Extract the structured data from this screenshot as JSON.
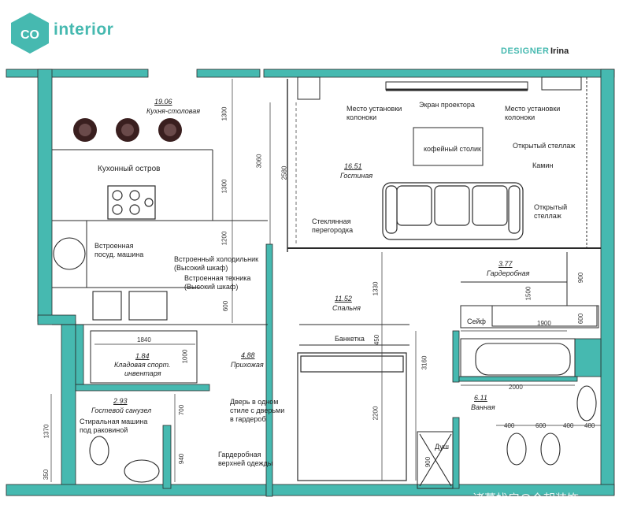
{
  "brand": {
    "logo_letters": "CO",
    "name": "interior"
  },
  "designer": {
    "label": "DESIGNER",
    "name": "Irina"
  },
  "colors": {
    "wall": "#46b9b0",
    "line": "#222222",
    "background": "#ffffff"
  },
  "rooms": {
    "kitchen": {
      "area": "19.06",
      "name": "Кухня-столовая"
    },
    "living": {
      "area": "16.51",
      "name": "Гостиная"
    },
    "bedroom": {
      "area": "11.52",
      "name": "Спальня"
    },
    "wardrobe_room": {
      "area": "3.77",
      "name": "Гардеробная"
    },
    "bathroom": {
      "area": "6.11",
      "name": "Ванная"
    },
    "storage": {
      "area": "1.84",
      "name1": "Кладовая спорт.",
      "name2": "инвентаря"
    },
    "hallway": {
      "area": "4.88",
      "name": "Прихожая"
    },
    "guest_wc": {
      "area": "2.93",
      "name": "Гостевой санузел"
    }
  },
  "labels": {
    "island": "Кухонный остров",
    "dishwasher1": "Встроенная",
    "dishwasher2": "посуд. машина",
    "fridge1": "Встроенный холодильник",
    "fridge2": "(Высокий шкаф)",
    "appliances1": "Встроенная техника",
    "appliances2": "(Высокий шкаф)",
    "speaker_left1": "Место установки",
    "speaker_left2": "колоноки",
    "projector": "Экран проектора",
    "speaker_right1": "Место установки",
    "speaker_right2": "колоноки",
    "coffee_table": "кофейный столик",
    "open_shelf1": "Открытый стеллаж",
    "fireplace": "Камин",
    "open_shelf2a": "Открытый",
    "open_shelf2b": "стеллаж",
    "glass1": "Стеклянная",
    "glass2": "перегородка",
    "bench": "Банкетка",
    "safe": "Сейф",
    "shower": "Душ",
    "washer1": "Стиральная машина",
    "washer2": "под раковиной",
    "door1": "Дверь в одном",
    "door2": "стиле с  дверьми",
    "door3": "в гардероб",
    "coat1": "Гардеробная",
    "coat2": "верхней одежды"
  },
  "dimensions": {
    "d1300a": "1300",
    "d1300b": "1300",
    "d1200": "1200",
    "d600a": "600",
    "d3060": "3060",
    "d2580": "2580",
    "d1330": "1330",
    "d450": "450",
    "d2200": "2200",
    "d3160": "3160",
    "d1840": "1840",
    "d1000": "1000",
    "d1500": "1500",
    "d900a": "900",
    "d1900": "1900",
    "d600b": "600",
    "d2000": "2000",
    "d400a": "400",
    "d600c": "600",
    "d400b": "400",
    "d480": "480",
    "d1370": "1370",
    "d350": "350",
    "d700": "700",
    "d940": "940",
    "d900b": "900"
  },
  "watermark": "诸葛找房@今朝装饰"
}
